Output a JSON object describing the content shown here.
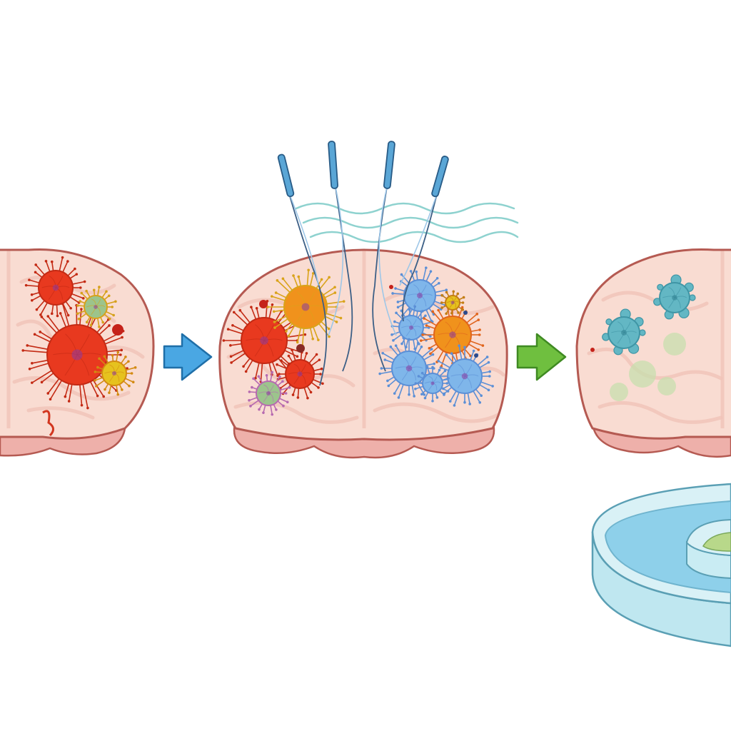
{
  "diagram": {
    "stages": [
      {
        "name": "untreated-tumor-stage"
      },
      {
        "name": "probe-treatment-stage"
      },
      {
        "name": "treated-result-stage"
      }
    ],
    "cell_colors": {
      "tumor_red": "#e8391f",
      "tumor_orange": "#f0921c",
      "tumor_yellow": "#e6c21e",
      "mixed_green": "#9cc48c",
      "treated_blue": "#7fb6ea",
      "healed_teal": "#63b7c4",
      "remnant_green": "#b9d6a2"
    },
    "tissue_colors": {
      "fill": "#f9dcd2",
      "outline": "#b55a52",
      "base": "#eeb0aa"
    },
    "arrow_colors": {
      "first": "#4aa7e3",
      "second": "#6fbf3f"
    },
    "wave_color": "#8ed2cf",
    "dish_color": "#88cde6"
  }
}
